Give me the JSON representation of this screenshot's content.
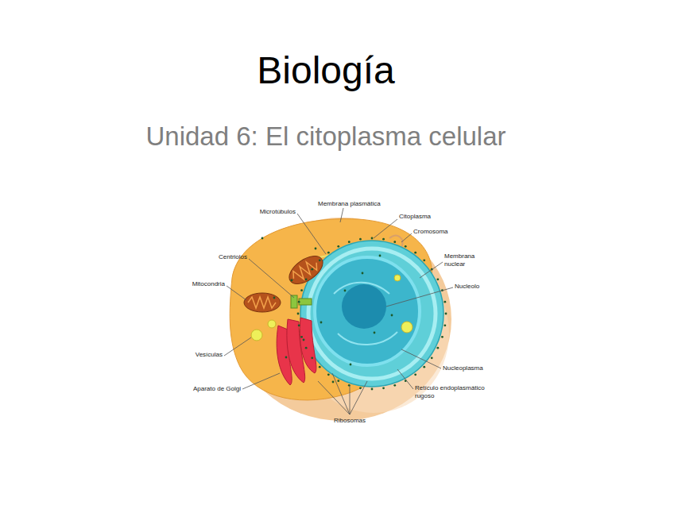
{
  "diagram": {
    "title": "Biología",
    "labels": [
      "Unidad 6: El citoplasma celular",
      "Microtúbulos",
      "Membrana plasmática",
      "Citoplasma",
      "Cromosoma",
      "Centriolos",
      "Membrana nuclear",
      "Mitocondria",
      "Nucleolo",
      "Vesículas",
      "Nucleoplasma",
      "Aparato de Golgi",
      "Retículo endoplasmático rugoso",
      "Ribosomas"
    ]
  }
}
